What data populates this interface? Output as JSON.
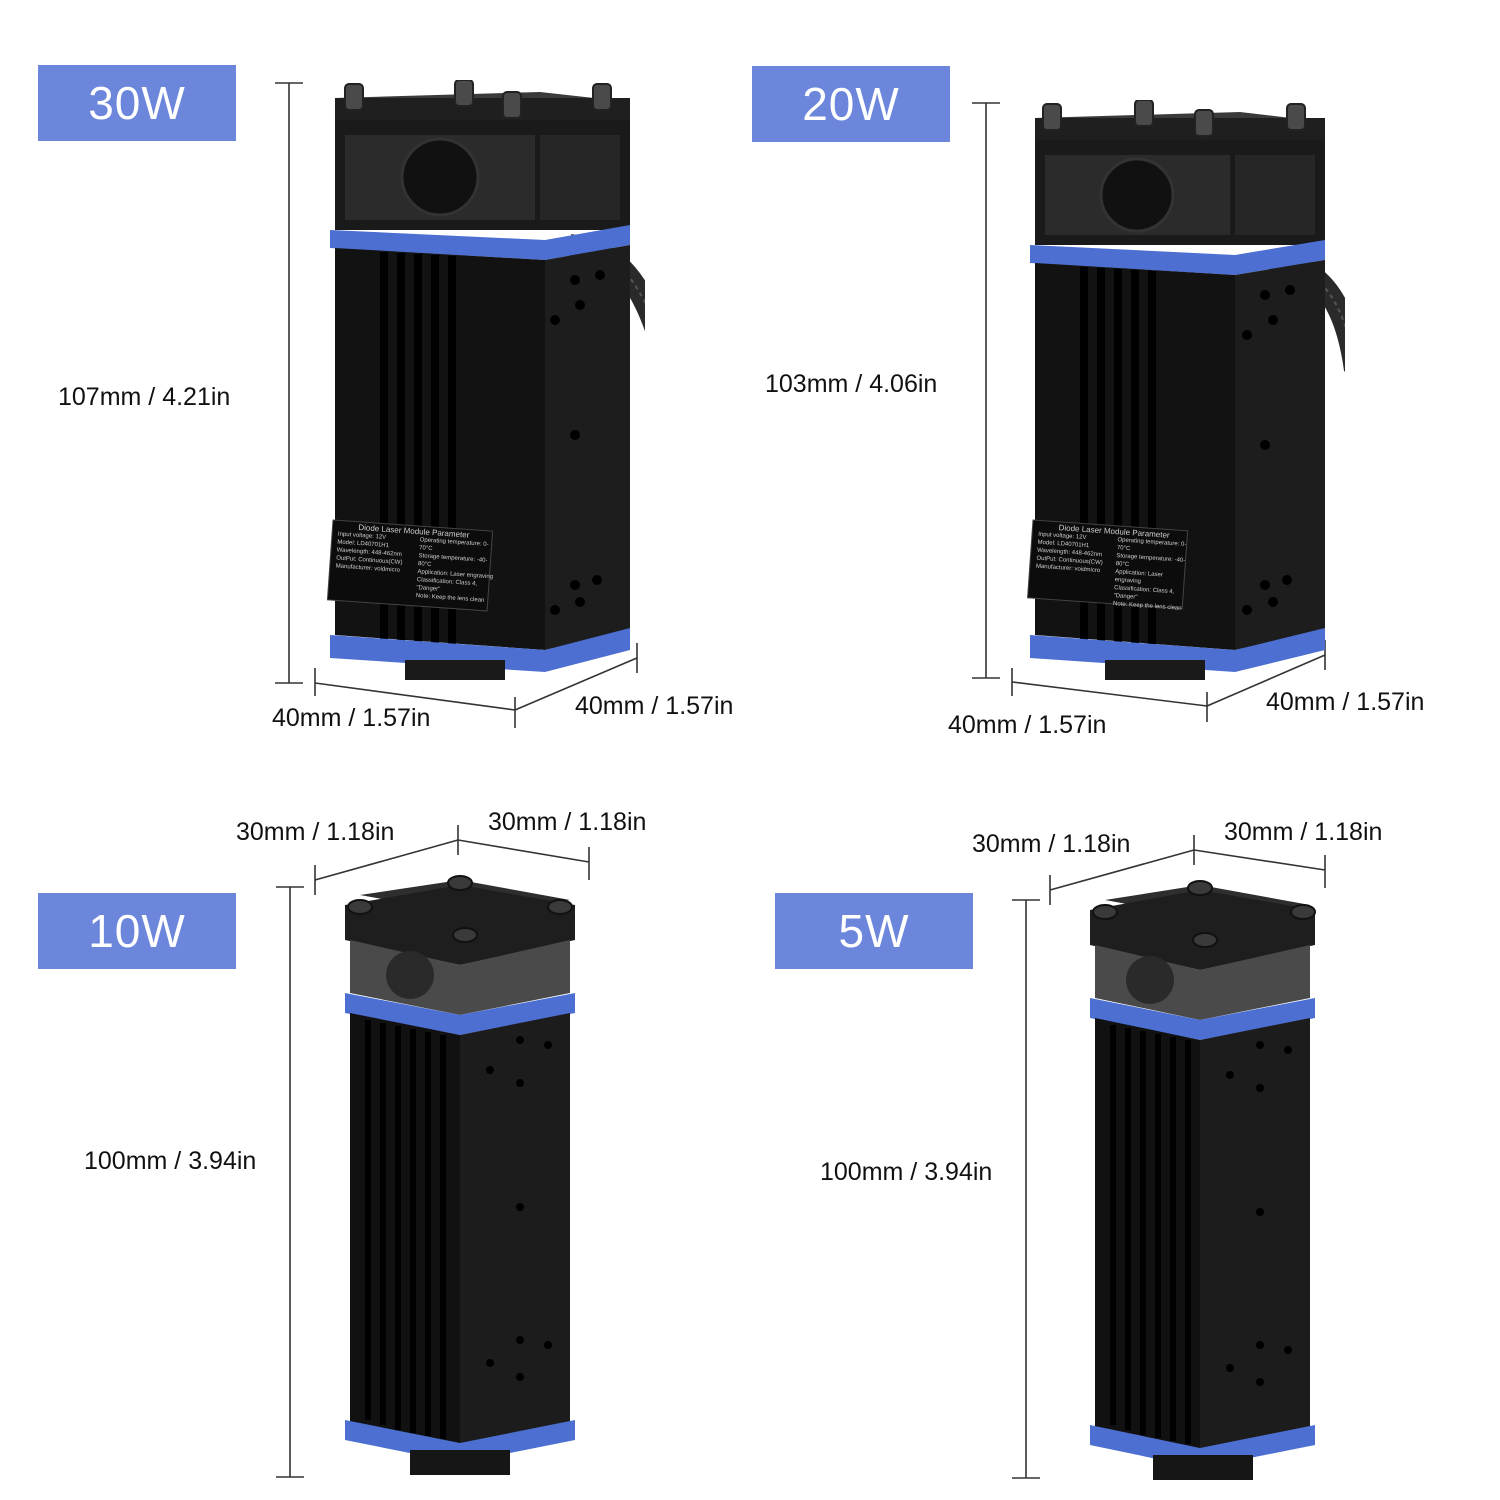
{
  "accent_color": "#6b86db",
  "panels": [
    {
      "power": "30W",
      "height_dim": "107mm / 4.21in",
      "width_dim": "40mm / 1.57in",
      "depth_dim": "40mm / 1.57in",
      "label_title": "Diode Laser Module Parameter",
      "label_lines": [
        "Input voltage: 12V",
        "Model: LD40701H1",
        "Wavelength: 448-462nm",
        "OutPut: Continuous(CW)",
        "Manufacturer: voidmicro"
      ],
      "label_lines_right": [
        "Operating temperature: 0-70°C",
        "Storage temperature: -40-80°C",
        "Application: Laser engraving",
        "Classification: Class 4, \"Danger\"",
        "Note: Keep the lens clean"
      ]
    },
    {
      "power": "20W",
      "height_dim": "103mm / 4.06in",
      "width_dim": "40mm / 1.57in",
      "depth_dim": "40mm / 1.57in",
      "label_title": "Diode Laser Module Parameter",
      "label_lines": [
        "Input voltage: 12V",
        "Model: LD40701H1",
        "Wavelength: 448-462nm",
        "OutPut: Continuous(CW)",
        "Manufacturer: voidmicro"
      ],
      "label_lines_right": [
        "Operating temperature: 0-70°C",
        "Storage temperature: -40-80°C",
        "Application: Laser engraving",
        "Classification: Class 4, \"Danger\"",
        "Note: Keep the lens clean"
      ]
    },
    {
      "power": "10W",
      "height_dim": "100mm / 3.94in",
      "width_dim": "30mm / 1.18in",
      "depth_dim": "30mm / 1.18in"
    },
    {
      "power": "5W",
      "height_dim": "100mm / 3.94in",
      "width_dim": "30mm / 1.18in",
      "depth_dim": "30mm / 1.18in"
    }
  ]
}
